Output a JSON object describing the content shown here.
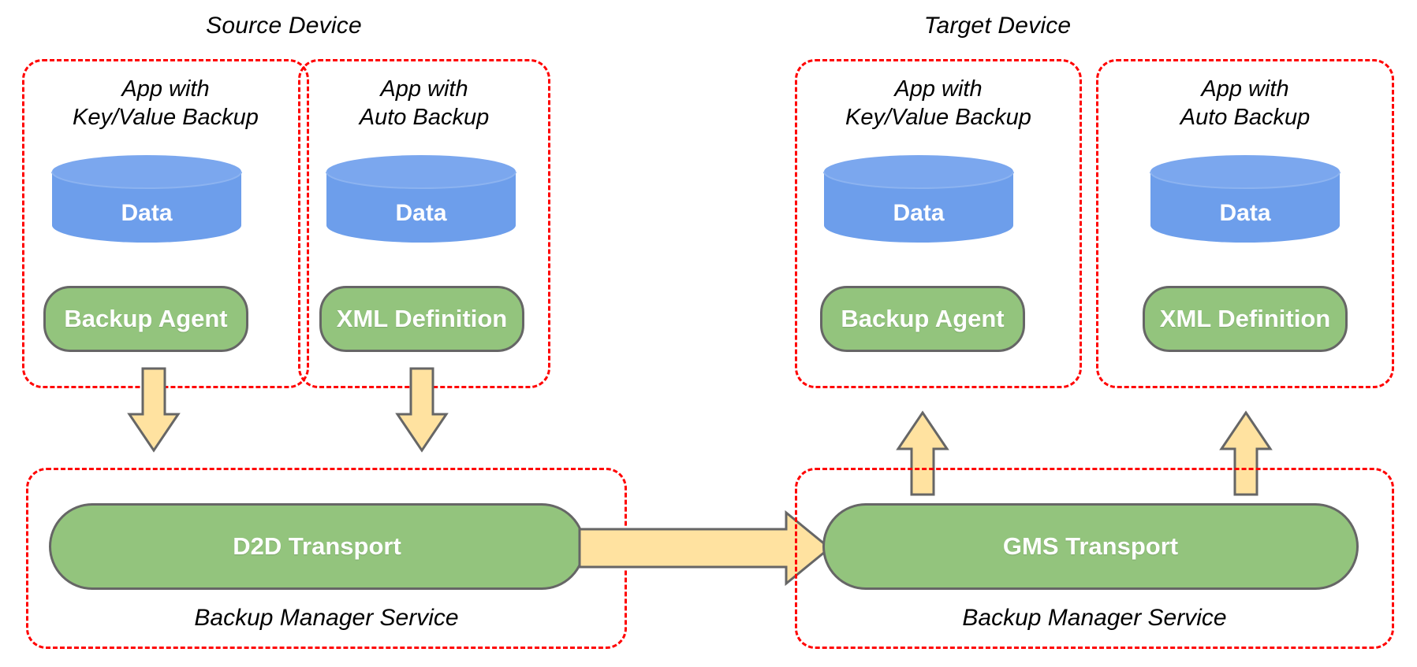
{
  "diagram": {
    "title_source": "Source Device",
    "title_target": "Target Device",
    "colors": {
      "dashed_border": "#ff0000",
      "cylinder_fill": "#6d9eeb",
      "cylinder_top": "#7ba7ee",
      "pill_fill": "#93c47d",
      "pill_stroke": "#666666",
      "arrow_fill": "#ffe2a0",
      "arrow_stroke": "#666666",
      "text_on_shape": "#ffffff",
      "text_plain": "#000000"
    }
  },
  "source_device": {
    "title": "Source Device",
    "apps": [
      {
        "label": "App with\nKey/Value Backup",
        "data_label": "Data",
        "component_label": "Backup Agent"
      },
      {
        "label": "App with\nAuto Backup",
        "data_label": "Data",
        "component_label": "XML Definition"
      }
    ],
    "service": {
      "label": "Backup Manager Service",
      "transport_label": "D2D Transport"
    }
  },
  "target_device": {
    "title": "Target Device",
    "apps": [
      {
        "label": "App with\nKey/Value Backup",
        "data_label": "Data",
        "component_label": "Backup Agent"
      },
      {
        "label": "App with\nAuto Backup",
        "data_label": "Data",
        "component_label": "XML Definition"
      }
    ],
    "service": {
      "label": "Backup Manager Service",
      "transport_label": "GMS Transport"
    }
  },
  "flows": [
    {
      "name": "source-kv-agent-to-d2d",
      "direction": "down"
    },
    {
      "name": "source-auto-xml-to-d2d",
      "direction": "down"
    },
    {
      "name": "d2d-to-gms",
      "direction": "right"
    },
    {
      "name": "gms-to-target-kv-agent",
      "direction": "up"
    },
    {
      "name": "gms-to-target-auto-xml",
      "direction": "up"
    }
  ]
}
